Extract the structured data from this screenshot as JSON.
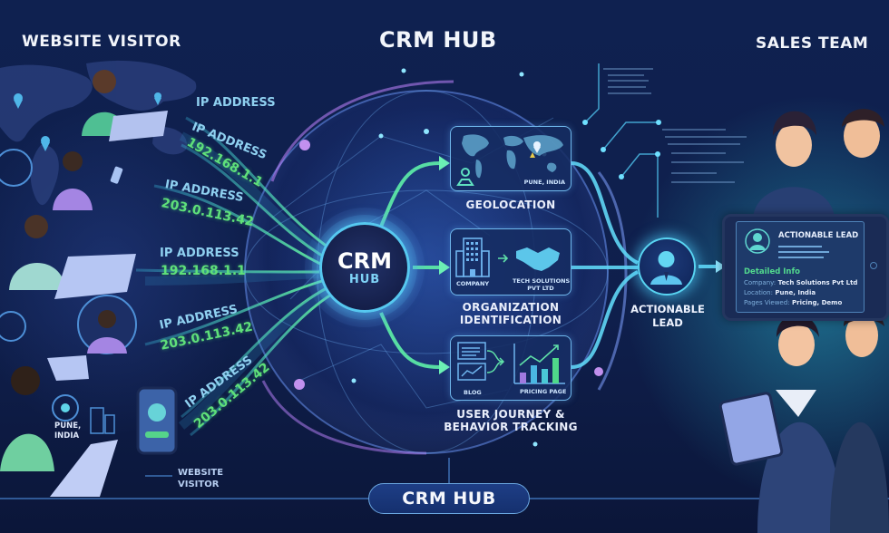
{
  "headers": {
    "left": "WEBSITE VISITOR",
    "center": "CRM HUB",
    "right": "SALES TEAM"
  },
  "ip_streams": [
    {
      "label": "IP ADDRESS",
      "value": ""
    },
    {
      "label": "IP ADDRESS",
      "value": "192.168.1.1"
    },
    {
      "label": "IP ADDRESS",
      "value": "203.0.113.42"
    },
    {
      "label": "IP ADDRESS",
      "value": "192.168.1.1"
    },
    {
      "label": "IP ADDRESS",
      "value": "203.0.113.42"
    },
    {
      "label": "IP ADDRESS",
      "value": "203.0.113.42"
    }
  ],
  "visitor_location": {
    "line1": "PUNE,",
    "line2": "INDIA"
  },
  "visitor_caption": {
    "line1": "WEBSITE",
    "line2": "VISITOR"
  },
  "hub": {
    "line1": "CRM",
    "line2": "HUB"
  },
  "features": [
    {
      "id": "geolocation",
      "caption": "GEOLOCATION",
      "map_label": "PUNE, INDIA"
    },
    {
      "id": "organization",
      "caption_line1": "ORGANIZATION",
      "caption_line2": "IDENTIFICATION",
      "left_label": "COMPANY",
      "right_label_line1": "TECH SOLUTIONS",
      "right_label_line2": "PVT LTD"
    },
    {
      "id": "journey",
      "caption_line1": "USER JOURNEY &",
      "caption_line2": "BEHAVIOR TRACKING",
      "left_label": "BLOG",
      "right_label": "PRICING PAGE"
    }
  ],
  "lead": {
    "line1": "ACTIONABLE",
    "line2": "LEAD"
  },
  "lead_card": {
    "title": "ACTIONABLE LEAD",
    "section": "Detailed Info",
    "rows": [
      {
        "key": "Company:",
        "value": "Tech Solutions Pvt Ltd"
      },
      {
        "key": "Location:",
        "value": "Pune, India"
      },
      {
        "key": "Pages Viewed:",
        "value": "Pricing, Demo"
      }
    ]
  },
  "footer": {
    "pill": "CRM HUB"
  },
  "colors": {
    "background": "#0f2150",
    "stream_green": "#5fe07a",
    "stream_cyan": "#56c8f0",
    "accent_purple": "#b07cf0",
    "text_white": "#f2f5fb"
  }
}
